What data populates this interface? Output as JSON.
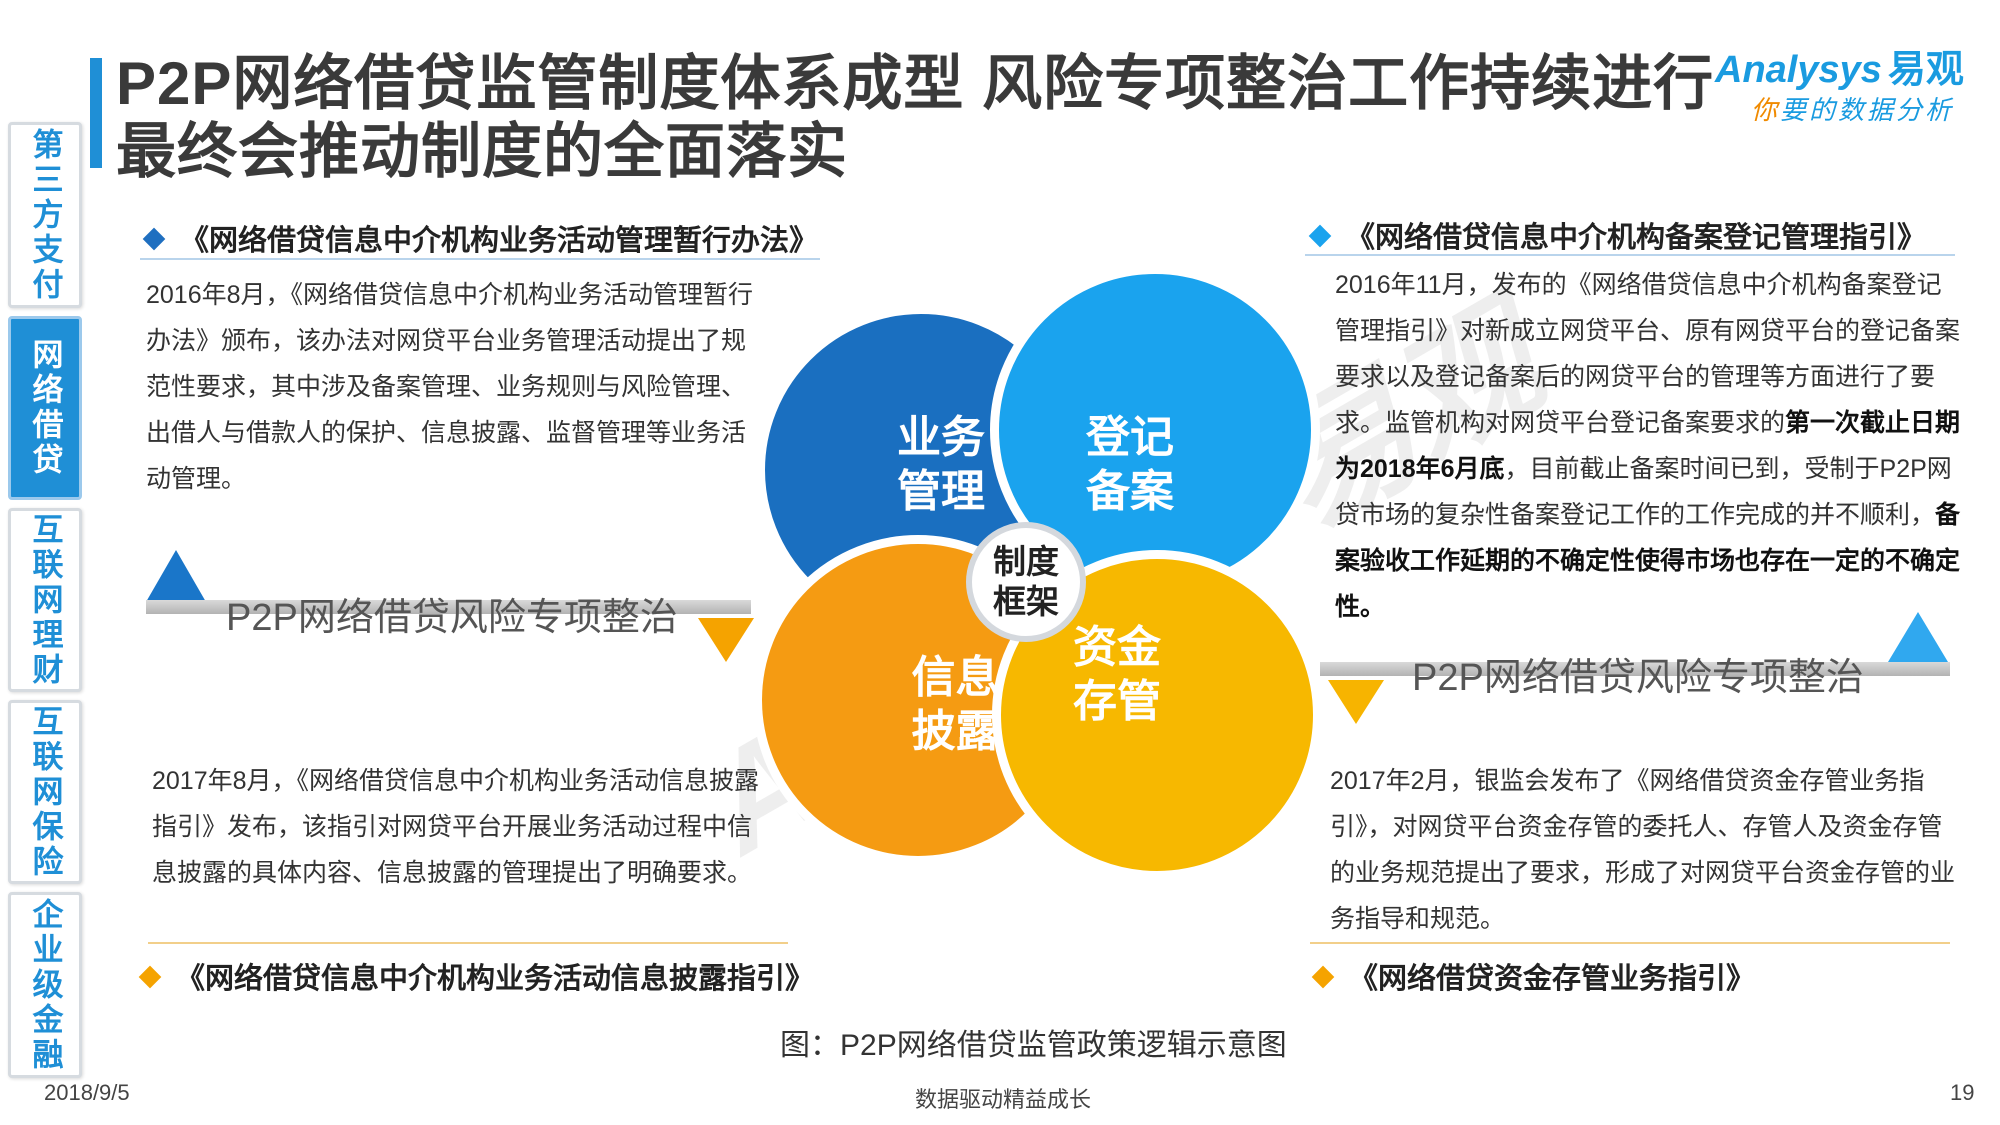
{
  "title": "P2P网络借贷监管制度体系成型 风险专项整治工作持续进行最终会推动制度的全面落实",
  "logo": {
    "main": "Analysys",
    "cn": "易观",
    "sub_first": "你",
    "sub_rest": "要的数据分析"
  },
  "sidebar": {
    "items": [
      {
        "label": "第三方支付",
        "active": false
      },
      {
        "label": "网络借贷",
        "active": true
      },
      {
        "label": "互联网理财",
        "active": false
      },
      {
        "label": "互联网保险",
        "active": false
      },
      {
        "label": "企业级金融",
        "active": false
      }
    ]
  },
  "top_left": {
    "heading": "《网络借贷信息中介机构业务活动管理暂行办法》",
    "text": "2016年8月，《网络借贷信息中介机构业务活动管理暂行办法》颁布，该办法对网贷平台业务管理活动提出了规范性要求，其中涉及备案管理、业务规则与风险管理、出借人与借款人的保护、信息披露、监督管理等业务活动管理。"
  },
  "top_right": {
    "heading": "《网络借贷信息中介机构备案登记管理指引》",
    "text_1": "2016年11月，发布的《网络借贷信息中介机构备案登记管理指引》对新成立网贷平台、原有网贷平台的登记备案要求以及登记备案后的网贷平台的管理等方面进行了要求。监管机构对网贷平台登记备案要求的",
    "bold_1": "第一次截止日期为2018年6月底",
    "text_2": "，目前截止备案时间已到，受制于P2P网贷市场的复杂性备案登记工作的工作完成的并不顺利，",
    "bold_2": "备案验收工作延期的不确定性使得市场也存在一定的不确定性。"
  },
  "bottom_left": {
    "heading": "《网络借贷信息中介机构业务活动信息披露指引》",
    "text": "2017年8月，《网络借贷信息中介机构业务活动信息披露指引》发布，该指引对网贷平台开展业务活动过程中信息披露的具体内容、信息披露的管理提出了明确要求。"
  },
  "bottom_right": {
    "heading": "《网络借贷资金存管业务指引》",
    "text": "2017年2月，银监会发布了《网络借贷资金存管业务指引》，对网贷平台资金存管的委托人、存管人及资金存管的业务规范提出了要求，形成了对网贷平台资金存管的业务指导和规范。"
  },
  "banner_left": "P2P网络借贷风险专项整治",
  "banner_right": "P2P网络借贷风险专项整治",
  "circles": {
    "tl": [
      "业务",
      "管理"
    ],
    "tr": [
      "登记",
      "备案"
    ],
    "bl": [
      "信息",
      "披露"
    ],
    "br": [
      "资金",
      "存管"
    ],
    "center": [
      "制度",
      "框架"
    ]
  },
  "colors": {
    "blue_dark": "#1a6fc0",
    "blue_light": "#1aa3ee",
    "orange": "#f59b12",
    "yellow": "#f7b800",
    "accent": "#1f8fd6"
  },
  "caption": "图：P2P网络借贷监管政策逻辑示意图",
  "footer": {
    "date": "2018/9/5",
    "center": "数据驱动精益成长",
    "page": "19"
  }
}
